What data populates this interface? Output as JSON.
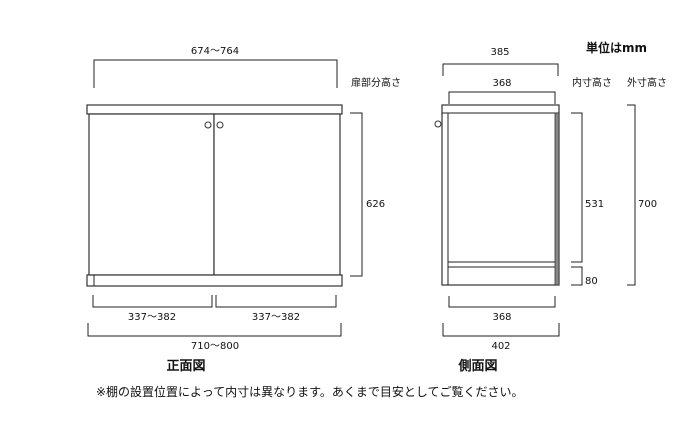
{
  "unit_label": "単位はmm",
  "front_view": {
    "title": "正面図",
    "top_width": "674〜764",
    "door_height_label": "扉部分高さ",
    "door_height": "626",
    "door_left_width": "337〜382",
    "door_right_width": "337〜382",
    "overall_width": "710〜800"
  },
  "side_view": {
    "title": "側面図",
    "top_depth": "385",
    "inner_depth_top": "368",
    "inner_height_label": "内寸高さ",
    "outer_height_label": "外寸高さ",
    "inner_height": "531",
    "base_height": "80",
    "outer_height": "700",
    "inner_depth_bottom": "368",
    "overall_depth": "402"
  },
  "note": "※棚の設置位置によって内寸は異なります。あくまで目安としてご覧ください。"
}
